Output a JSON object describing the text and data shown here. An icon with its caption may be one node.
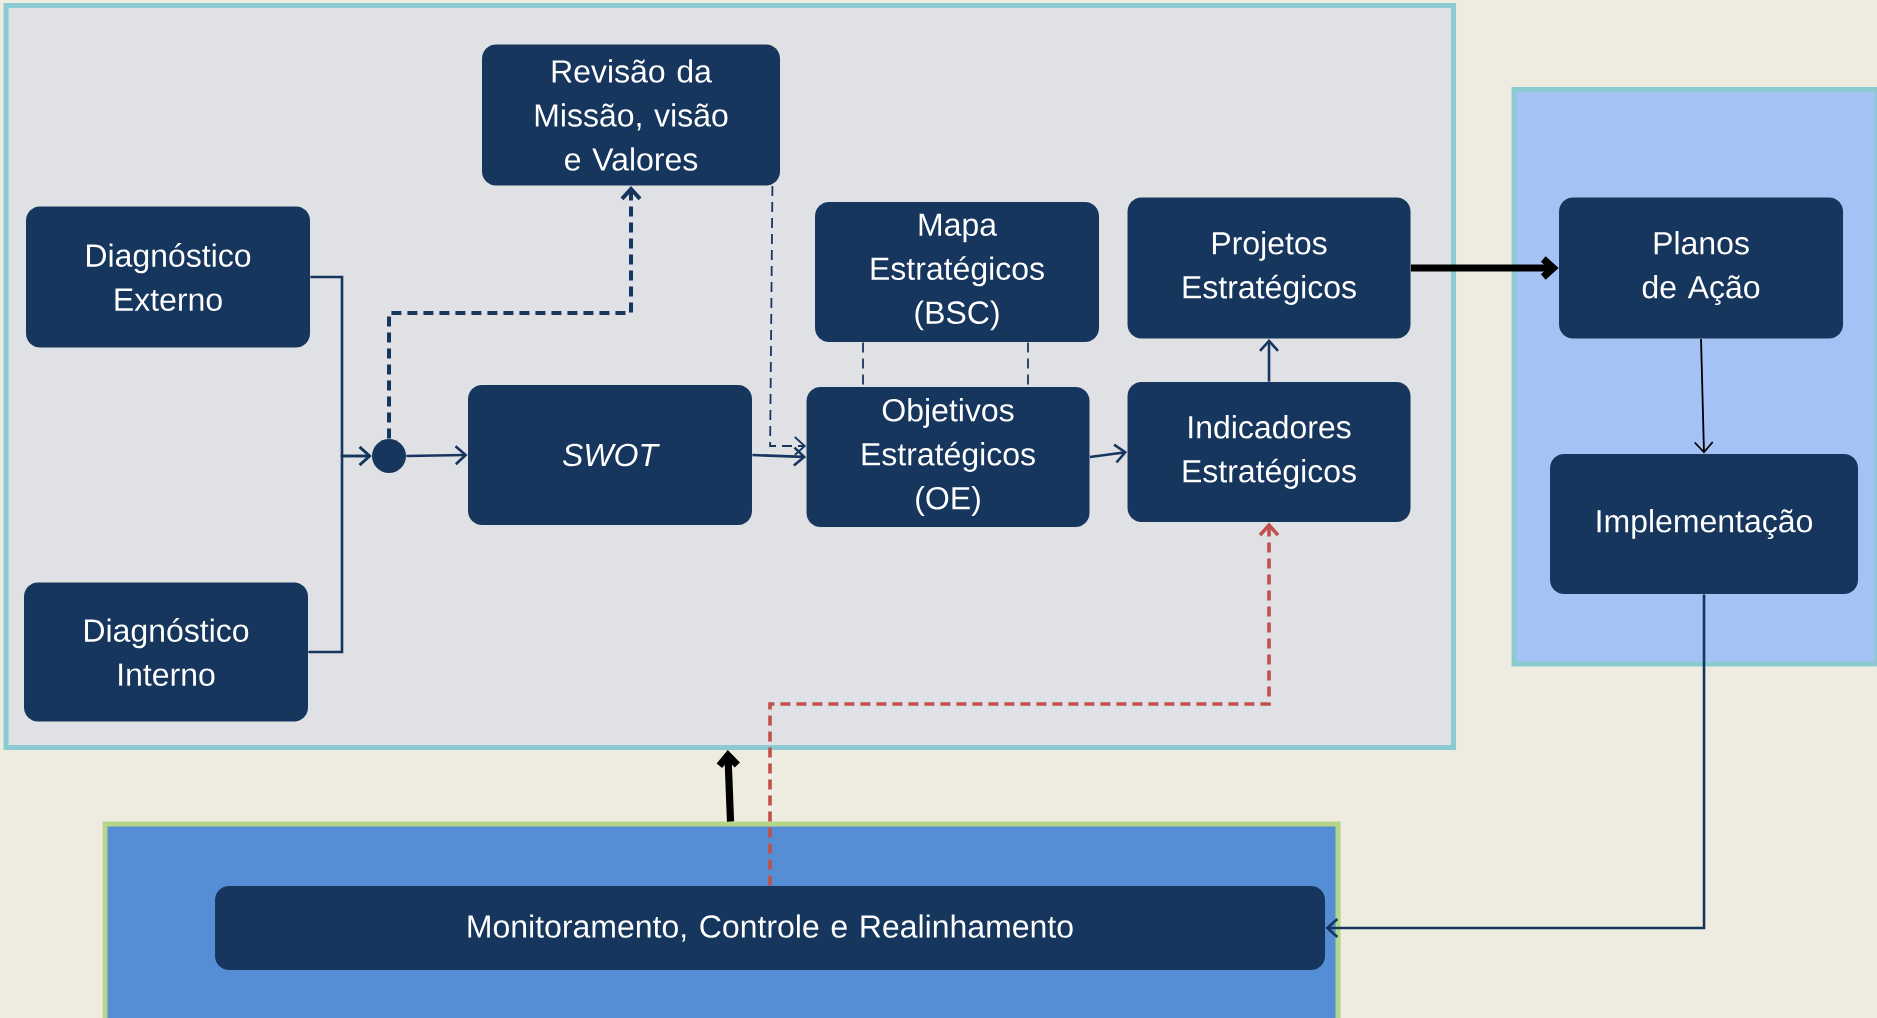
{
  "diagram": {
    "nodes": [
      {
        "text": [],
        "shape": "box"
      },
      {
        "text": [
          "Revisão da Missão, visão e Valores"
        ],
        "in": 0
      },
      {
        "text": [
          "Diagnóstico Externo"
        ],
        "in": 0
      },
      {
        "text": [
          "Mapa Estratégicos (BSC)"
        ],
        "in": 0
      },
      {
        "text": [
          "Projetos Estratégicos"
        ],
        "in": 0
      },
      {
        "text": [],
        "shape": "circle",
        "in": 0
      },
      {
        "text": [
          "SWOT"
        ],
        "in": 0
      },
      {
        "text": [
          "Objetivos Estratégicos (OE)"
        ],
        "in": 0
      },
      {
        "text": [
          "Indicadores Estratégicos"
        ],
        "in": 0
      },
      {
        "text": [
          "Diagnóstico Interno"
        ],
        "in": 0
      },
      {
        "text": [],
        "shape": "box"
      },
      {
        "text": [
          "Planos de Ação"
        ],
        "in": 10
      },
      {
        "text": [
          "Implementação"
        ],
        "in": 10
      },
      {
        "text": [],
        "shape": "box"
      },
      {
        "text": [
          "Monitoramento, Controle e Realinhamento"
        ],
        "in": 13
      }
    ],
    "edges": [
      {
        "from": 2,
        "to": 5,
        "arrow": "to"
      },
      {
        "from": 9,
        "to": 5,
        "arrow": "to"
      },
      {
        "from": 5,
        "to": 6,
        "arrow": "to"
      },
      {
        "from": 5,
        "to": 1,
        "arrow": "to",
        "style": "dashed"
      },
      {
        "from": 1,
        "to": 7,
        "arrow": "to",
        "style": "dashed"
      },
      {
        "from": 6,
        "to": 7,
        "arrow": "to"
      },
      {
        "from": 3,
        "to": 7,
        "arrow": "none",
        "style": "dashed"
      },
      {
        "from": 3,
        "to": 7,
        "arrow": "none",
        "style": "dashed"
      },
      {
        "from": 7,
        "to": 8,
        "arrow": "to"
      },
      {
        "from": 8,
        "to": 4,
        "arrow": "to"
      },
      {
        "from": 4,
        "to": 11,
        "arrow": "to",
        "style": "thick",
        "color": "#000000"
      },
      {
        "from": 11,
        "to": 12,
        "arrow": "to",
        "color": "#000000"
      },
      {
        "from": 12,
        "to": 14,
        "arrow": "to"
      },
      {
        "from": 13,
        "to": 0,
        "arrow": "to",
        "style": "thick",
        "color": "#000000"
      },
      {
        "from": 14,
        "to": 8,
        "arrow": "to",
        "style": "dashed",
        "color": "#c0504d"
      }
    ]
  }
}
